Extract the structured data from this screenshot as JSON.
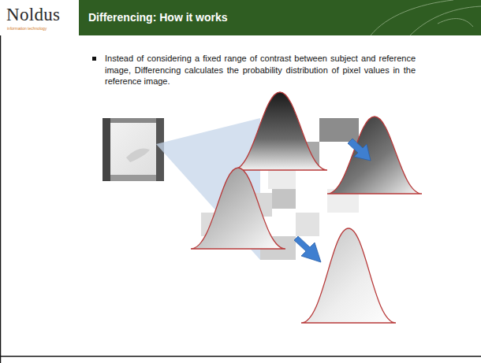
{
  "diagram": {
    "title": "Differencing: How it works",
    "labels": [
      "Noldus",
      "information technology",
      "Instead of considering a fixed range of contrast between subject and reference image, Differencing calculates the probability distribution of pixel values in the reference image."
    ]
  }
}
